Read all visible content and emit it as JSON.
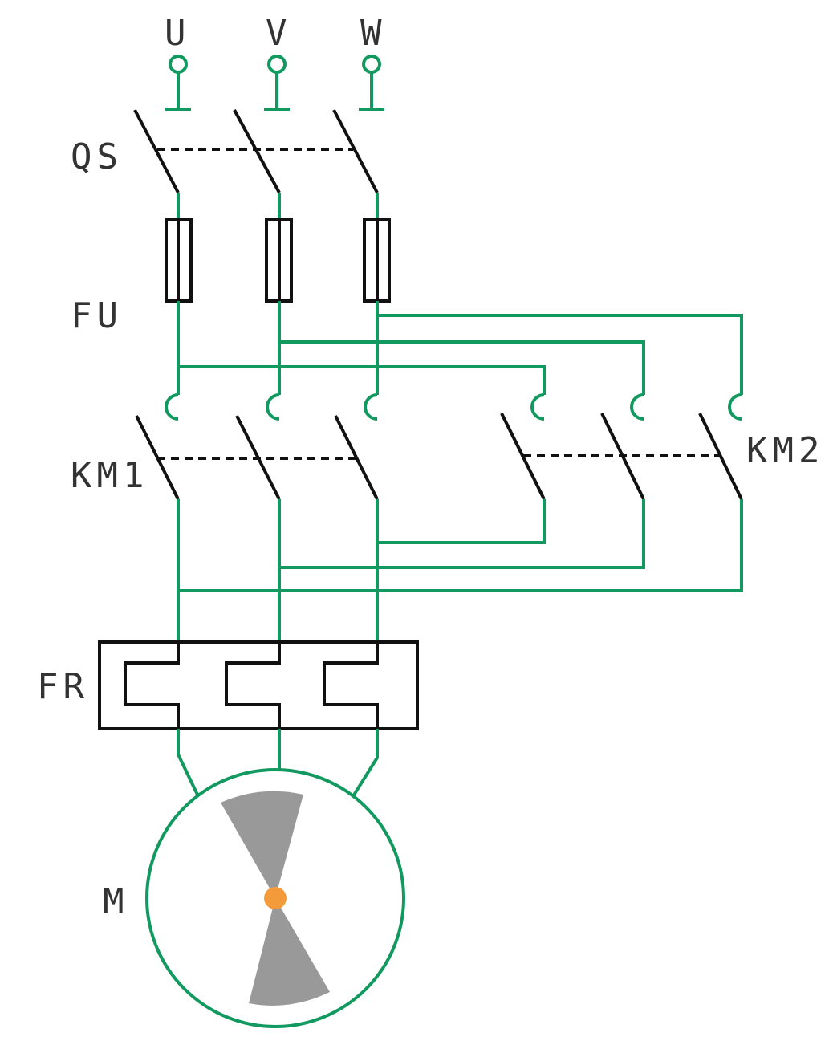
{
  "labels": {
    "phase_u": "U",
    "phase_v": "V",
    "phase_w": "W",
    "qs": "QS",
    "fu": "FU",
    "km1": "KM1",
    "km2": "KM2",
    "fr": "FR",
    "motor": "M"
  },
  "colors": {
    "wire": "#11995f",
    "symbol": "#111111",
    "rotor": "#999999",
    "rotor_center": "#f39a3a"
  }
}
